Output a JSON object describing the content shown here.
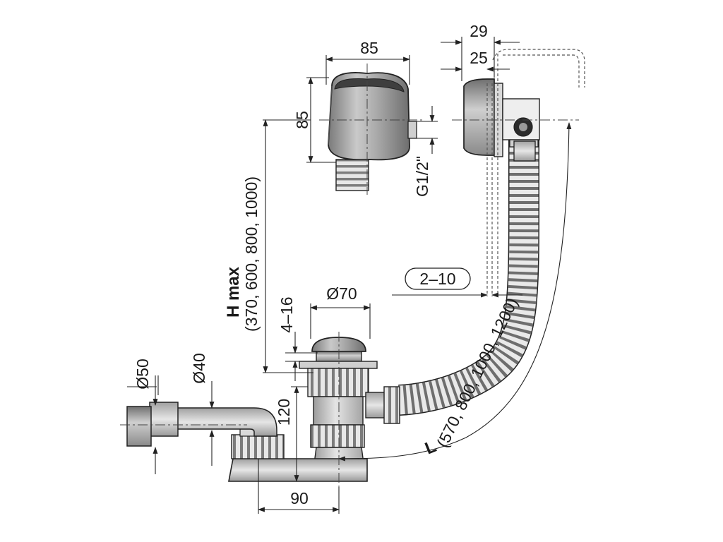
{
  "dimensions": {
    "overflow_width": "85",
    "overflow_height": "85",
    "thread": "G1/2\"",
    "plate_depth_outer": "29",
    "plate_depth_inner": "25",
    "h_max_label": "H max",
    "h_max_values": "(370, 600, 800, 1000)",
    "wall_thickness": "2–10",
    "plug_diameter": "Ø70",
    "plug_gap": "4–16",
    "outlet_diameter_outer": "Ø50",
    "outlet_diameter_inner": "Ø40",
    "trap_height": "120",
    "trap_width": "90",
    "l_label": "L",
    "l_values": "(570, 800, 1000, 1200)"
  },
  "colors": {
    "line": "#222222",
    "metal_dark": "#8f8f8f",
    "metal_light": "#d4d4d4",
    "plastic": "#c6c6c6",
    "background": "#ffffff"
  }
}
